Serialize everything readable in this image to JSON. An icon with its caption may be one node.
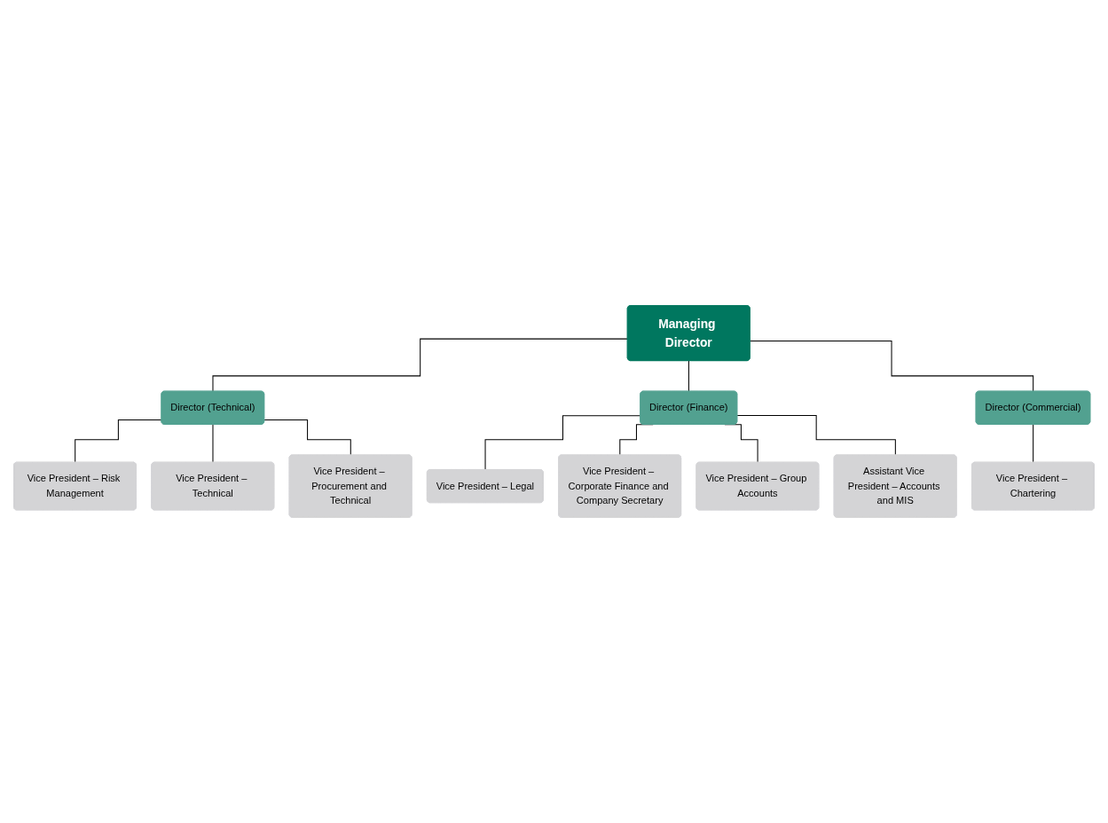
{
  "diagram": {
    "nodes": [
      {
        "text": [
          "Managing Director"
        ]
      },
      {
        "text": [
          "Director (Technical)"
        ]
      },
      {
        "text": [
          "Director (Finance)"
        ]
      },
      {
        "text": [
          "Director (Commercial)"
        ]
      },
      {
        "text": [
          "Vice President – Risk Management"
        ]
      },
      {
        "text": [
          "Vice President – Technical"
        ]
      },
      {
        "text": [
          "Vice President – Procurement and Technical"
        ]
      },
      {
        "text": [
          "Vice President – Legal"
        ]
      },
      {
        "text": [
          "Vice President – Corporate Finance and Company Secretary"
        ]
      },
      {
        "text": [
          "Vice President – Group Accounts"
        ]
      },
      {
        "text": [
          "Assistant Vice President – Accounts and MIS"
        ]
      },
      {
        "text": [
          "Vice President – Chartering"
        ]
      }
    ],
    "edges": [
      {
        "from": 0,
        "to": 1,
        "arrow": "none"
      },
      {
        "from": 0,
        "to": 2,
        "arrow": "none"
      },
      {
        "from": 0,
        "to": 3,
        "arrow": "none"
      },
      {
        "from": 1,
        "to": 4,
        "arrow": "none"
      },
      {
        "from": 1,
        "to": 5,
        "arrow": "none"
      },
      {
        "from": 1,
        "to": 6,
        "arrow": "none"
      },
      {
        "from": 2,
        "to": 7,
        "arrow": "none"
      },
      {
        "from": 2,
        "to": 8,
        "arrow": "none"
      },
      {
        "from": 2,
        "to": 9,
        "arrow": "none"
      },
      {
        "from": 2,
        "to": 10,
        "arrow": "none"
      },
      {
        "from": 3,
        "to": 11,
        "arrow": "none"
      }
    ]
  }
}
